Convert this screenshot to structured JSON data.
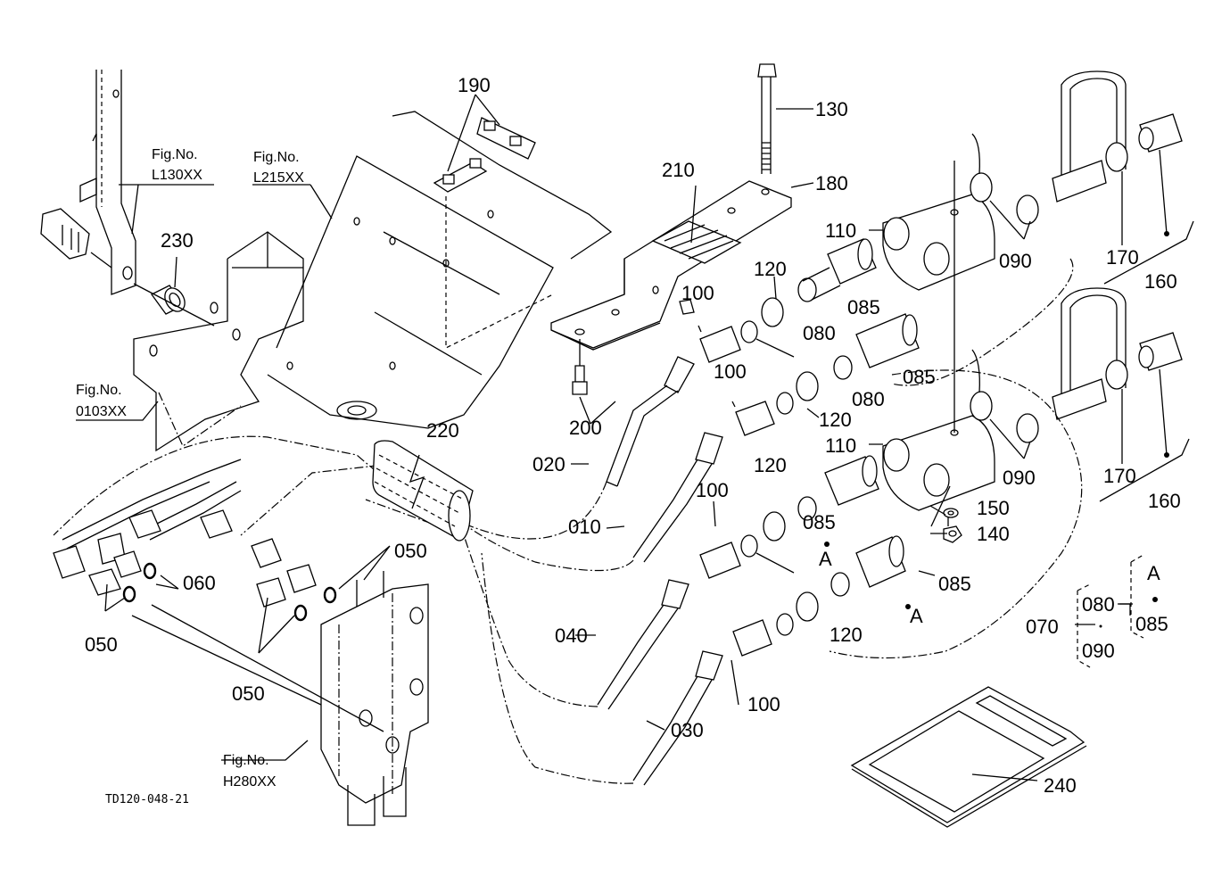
{
  "diagram": {
    "code": "TD120-048-21",
    "figure_refs": [
      {
        "line1": "Fig.No.",
        "line2": "L130XX"
      },
      {
        "line1": "Fig.No.",
        "line2": "L215XX"
      },
      {
        "line1": "Fig.No.",
        "line2": "0103XX"
      },
      {
        "line1": "Fig.No.",
        "line2": "H280XX"
      }
    ],
    "parts": {
      "p010": "010",
      "p020": "020",
      "p030": "030",
      "p040": "040",
      "p050": "050",
      "p060": "060",
      "p070": "070",
      "p080": "080",
      "p085": "085",
      "p090": "090",
      "p100": "100",
      "p110": "110",
      "p120": "120",
      "p130": "130",
      "p140": "140",
      "p150": "150",
      "p160": "160",
      "p170": "170",
      "p180": "180",
      "p190": "190",
      "p200": "200",
      "p210": "210",
      "p220": "220",
      "p230": "230",
      "p240": "240"
    },
    "ref_marker": "A",
    "legend": {
      "assembly": "070",
      "members": [
        "080",
        "090"
      ],
      "sub_ref": "A",
      "sub_member": "085"
    }
  }
}
